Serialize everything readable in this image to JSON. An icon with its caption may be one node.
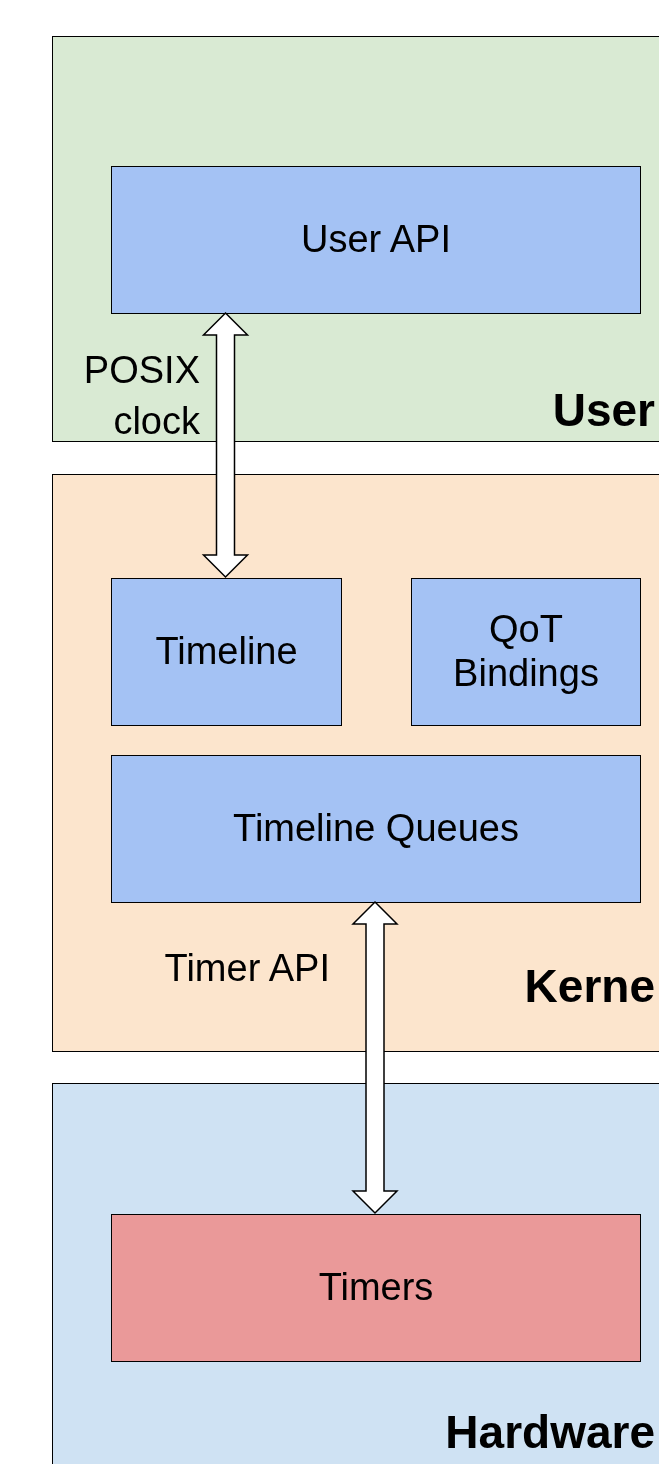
{
  "diagram": {
    "nodes": [
      {
        "text": [
          "User"
        ]
      },
      {
        "text": [
          "User API"
        ],
        "in": 0
      },
      {
        "text": [
          "Kerne"
        ]
      },
      {
        "text": [
          "Timeline"
        ],
        "in": 2
      },
      {
        "text": [
          "QoT Bindings"
        ],
        "in": 2
      },
      {
        "text": [
          "Timeline Queues"
        ],
        "in": 2
      },
      {
        "text": [
          "Hardware"
        ]
      },
      {
        "text": [
          "Timers"
        ],
        "in": 6
      }
    ],
    "edges": [
      {
        "from": 1,
        "to": 3,
        "arrow": "both",
        "label": "POSIX clock"
      },
      {
        "from": 5,
        "to": 7,
        "arrow": "both",
        "label": "Timer API"
      }
    ]
  }
}
